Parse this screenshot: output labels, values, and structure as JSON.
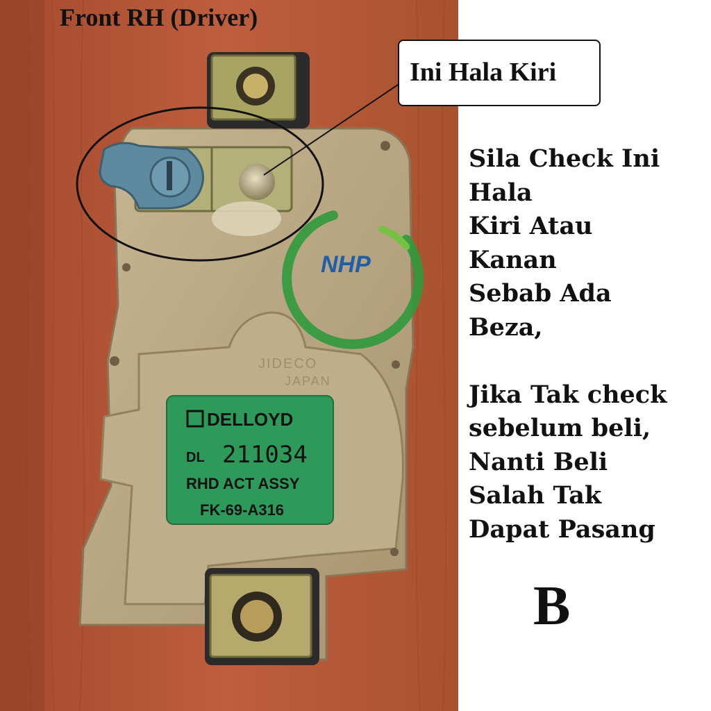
{
  "photo": {
    "caption_top": "Front RH (Driver)",
    "callout": "Ini Hala Kiri",
    "watermark": "NHP",
    "part_label": {
      "brand": "DELLOYD",
      "prefix": "DL",
      "part_number": "211034",
      "description": "RHD ACT ASSY",
      "code": "FK-69-A316"
    },
    "embossed_maker": "JIDECO",
    "embossed_country": "JAPAN"
  },
  "note_lines": [
    "Sila Check Ini",
    "Hala",
    "Kiri Atau",
    "Kanan",
    "Sebab Ada",
    "Beza,",
    "",
    "Jika Tak check",
    "sebelum beli,",
    "Nanti Beli",
    "Salah Tak",
    "Dapat Pasang"
  ],
  "variant_letter": "B",
  "colors": {
    "wood": "#b5583a",
    "housing": "#b9a785",
    "label_green": "#2e9a5a",
    "watermark_green": "#2f9a3c",
    "clip_blue": "#5e8aa0"
  }
}
